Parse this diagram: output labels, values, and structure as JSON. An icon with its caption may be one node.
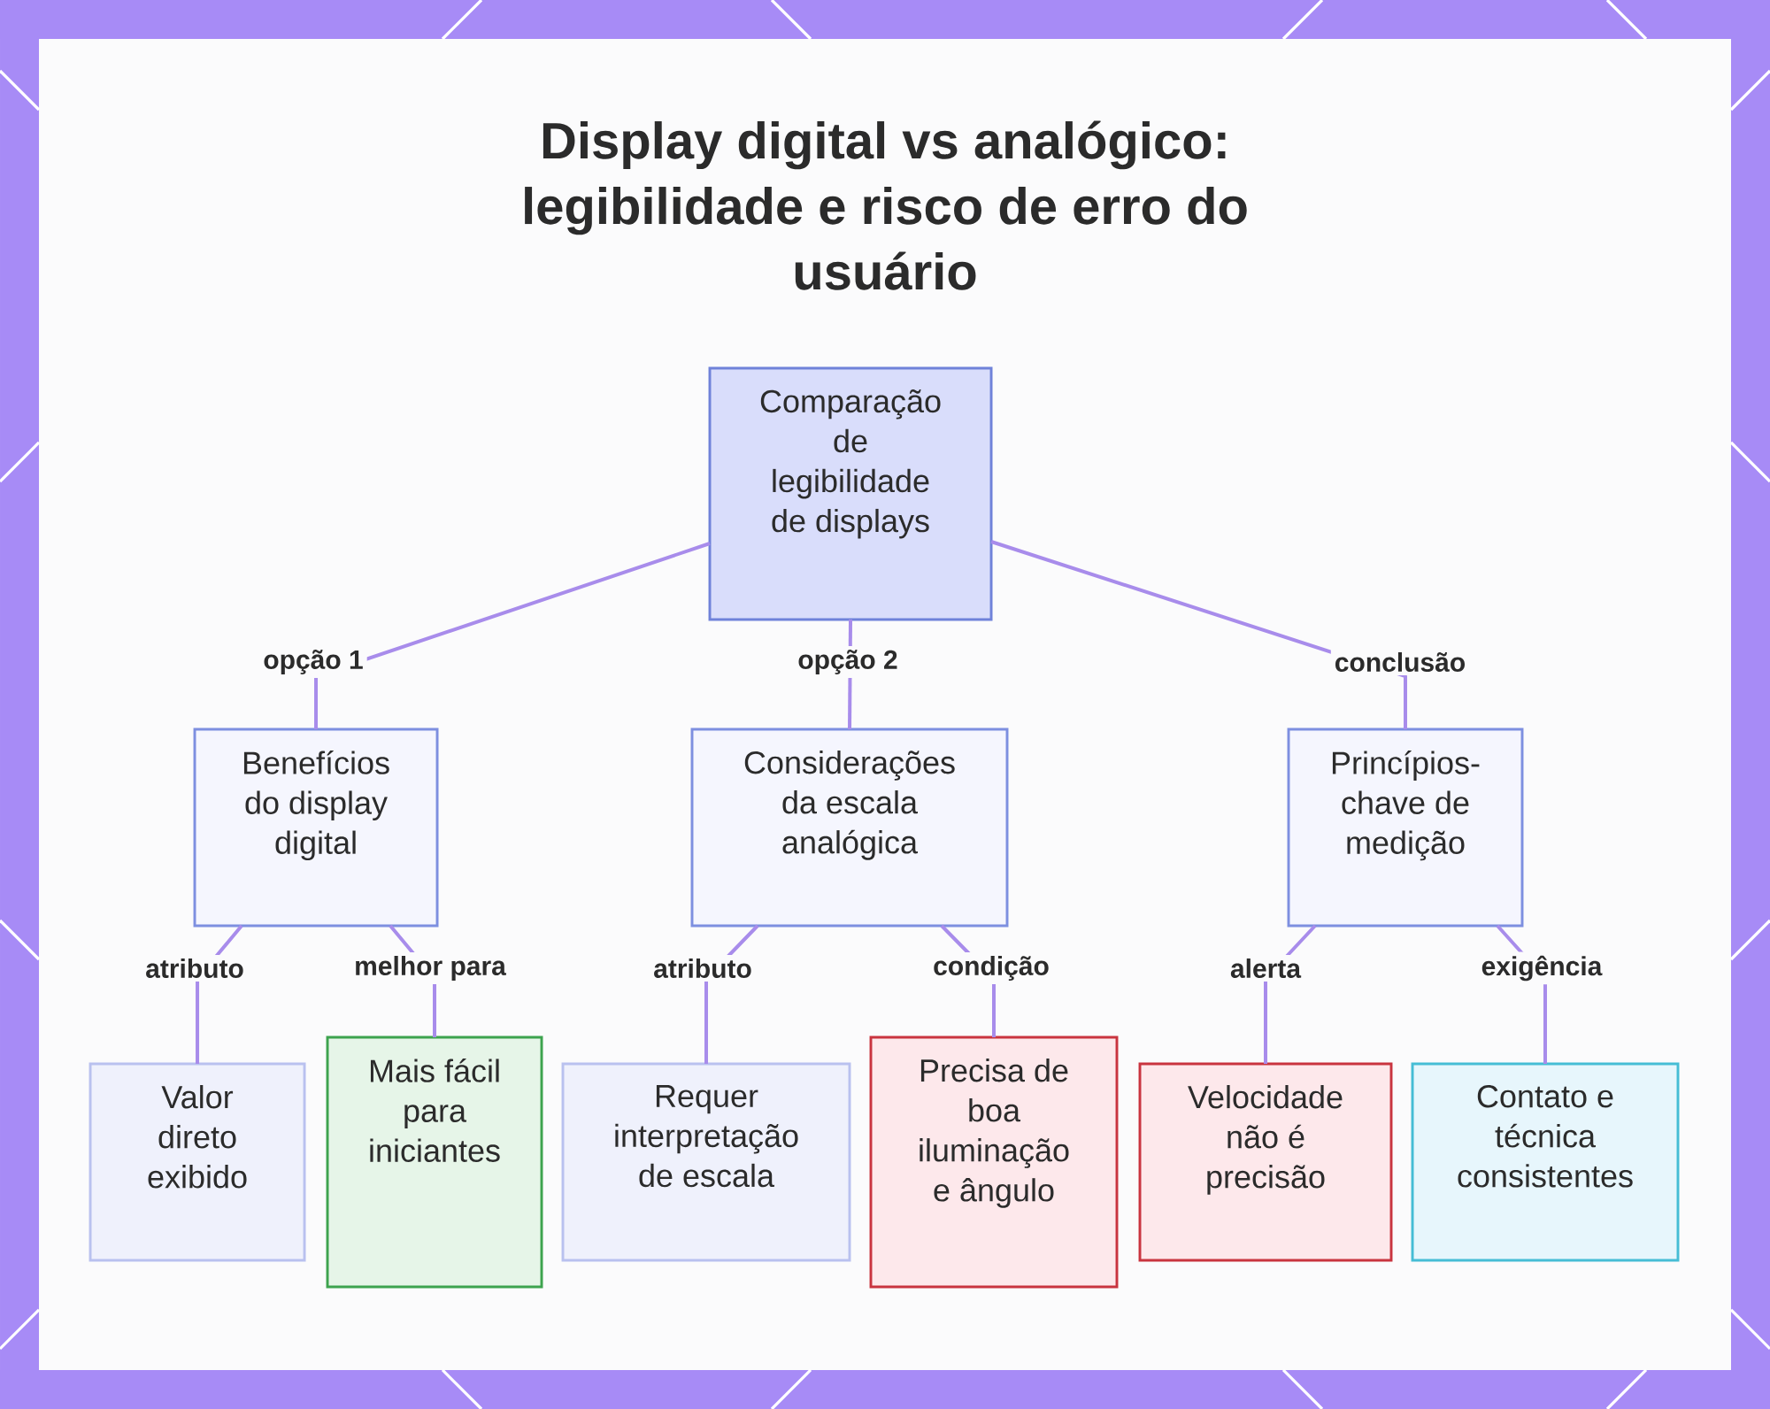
{
  "diagram": {
    "title": "Display digital vs analógico: legibilidade e risco de erro do usuário",
    "nodes": [
      {
        "text": [
          "Comparação de legibilidade de displays"
        ]
      },
      {
        "text": [
          "Benefícios do display digital"
        ]
      },
      {
        "text": [
          "Considerações da escala analógica"
        ]
      },
      {
        "text": [
          "Princípios-chave de medição"
        ]
      },
      {
        "text": [
          "Valor direto exibido"
        ]
      },
      {
        "text": [
          "Mais fácil para iniciantes"
        ]
      },
      {
        "text": [
          "Requer interpretação de escala"
        ]
      },
      {
        "text": [
          "Precisa de boa iluminação e ângulo"
        ]
      },
      {
        "text": [
          "Velocidade não é precisão"
        ]
      },
      {
        "text": [
          "Contato e técnica consistentes"
        ]
      }
    ],
    "edges": [
      {
        "from": 0,
        "to": 1,
        "arrow": "none",
        "label": "opção 1"
      },
      {
        "from": 0,
        "to": 2,
        "arrow": "none",
        "label": "opção 2"
      },
      {
        "from": 0,
        "to": 3,
        "arrow": "none",
        "label": "conclusão"
      },
      {
        "from": 1,
        "to": 4,
        "arrow": "none",
        "label": "atributo"
      },
      {
        "from": 1,
        "to": 5,
        "arrow": "none",
        "label": "melhor para"
      },
      {
        "from": 2,
        "to": 6,
        "arrow": "none",
        "label": "atributo"
      },
      {
        "from": 2,
        "to": 7,
        "arrow": "none",
        "label": "condição"
      },
      {
        "from": 3,
        "to": 8,
        "arrow": "none",
        "label": "alerta"
      },
      {
        "from": 3,
        "to": 9,
        "arrow": "none",
        "label": "exigência"
      }
    ]
  }
}
